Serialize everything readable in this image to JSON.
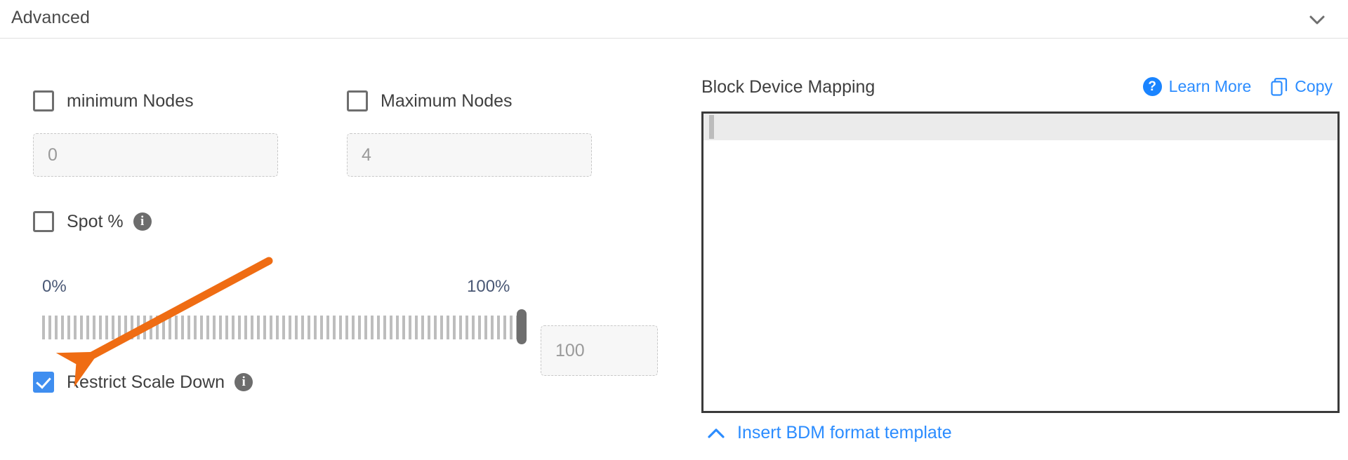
{
  "section": {
    "title": "Advanced",
    "collapse_icon": "chevron-down-icon"
  },
  "left": {
    "min_nodes": {
      "label": "minimum Nodes",
      "checked": false,
      "input_value": "0"
    },
    "max_nodes": {
      "label": "Maximum Nodes",
      "checked": false,
      "input_value": "4"
    },
    "spot": {
      "label": "Spot %",
      "checked": false,
      "info_icon": "info-icon",
      "info_glyph": "i"
    },
    "slider": {
      "min_label": "0%",
      "max_label": "100%",
      "value": "100",
      "value_input": "100"
    },
    "restrict_scale_down": {
      "label": "Restrict Scale Down",
      "checked": true,
      "info_icon": "info-icon",
      "info_glyph": "i"
    }
  },
  "right": {
    "title": "Block Device Mapping",
    "help_badge": "?",
    "learn_more": "Learn More",
    "copy": "Copy",
    "copy_icon": "copy-icon",
    "editor_text": "",
    "insert_template": "Insert BDM format template",
    "insert_icon": "chevron-up-icon"
  },
  "colors": {
    "accent_blue": "#2b8cff",
    "checkbox_checked": "#3f8ef0",
    "annotation_orange": "#ef6c13",
    "slider_label": "#4a5875",
    "editor_border": "#3a3a3a"
  }
}
